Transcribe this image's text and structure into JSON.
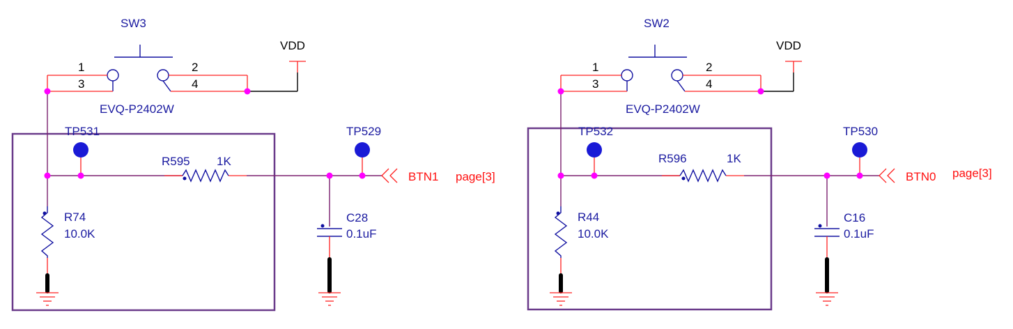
{
  "colors": {
    "wire": "#7a1f6e",
    "pin": "#ff2020",
    "component": "#1010a0",
    "junction": "#ff00ff",
    "test_point": "#1a1ad6",
    "highlight_box": "#6a3a8a",
    "net_label": "#ff1010"
  },
  "circuits": [
    {
      "switch": {
        "ref": "SW3",
        "part": "EVQ-P2402W",
        "pin1": "1",
        "pin2": "2",
        "pin3": "3",
        "pin4": "4"
      },
      "supply": "VDD",
      "tp_left": "TP531",
      "tp_right": "TP529",
      "series_resistor": {
        "ref": "R595",
        "value": "1K"
      },
      "pulldown_resistor": {
        "ref": "R74",
        "value": "10.0K"
      },
      "capacitor": {
        "ref": "C28",
        "value": "0.1uF"
      },
      "net": "BTN1",
      "page_ref": "page[3]"
    },
    {
      "switch": {
        "ref": "SW2",
        "part": "EVQ-P2402W",
        "pin1": "1",
        "pin2": "2",
        "pin3": "3",
        "pin4": "4"
      },
      "supply": "VDD",
      "tp_left": "TP532",
      "tp_right": "TP530",
      "series_resistor": {
        "ref": "R596",
        "value": "1K"
      },
      "pulldown_resistor": {
        "ref": "R44",
        "value": "10.0K"
      },
      "capacitor": {
        "ref": "C16",
        "value": "0.1uF"
      },
      "net": "BTN0",
      "page_ref": "page[3]"
    }
  ]
}
